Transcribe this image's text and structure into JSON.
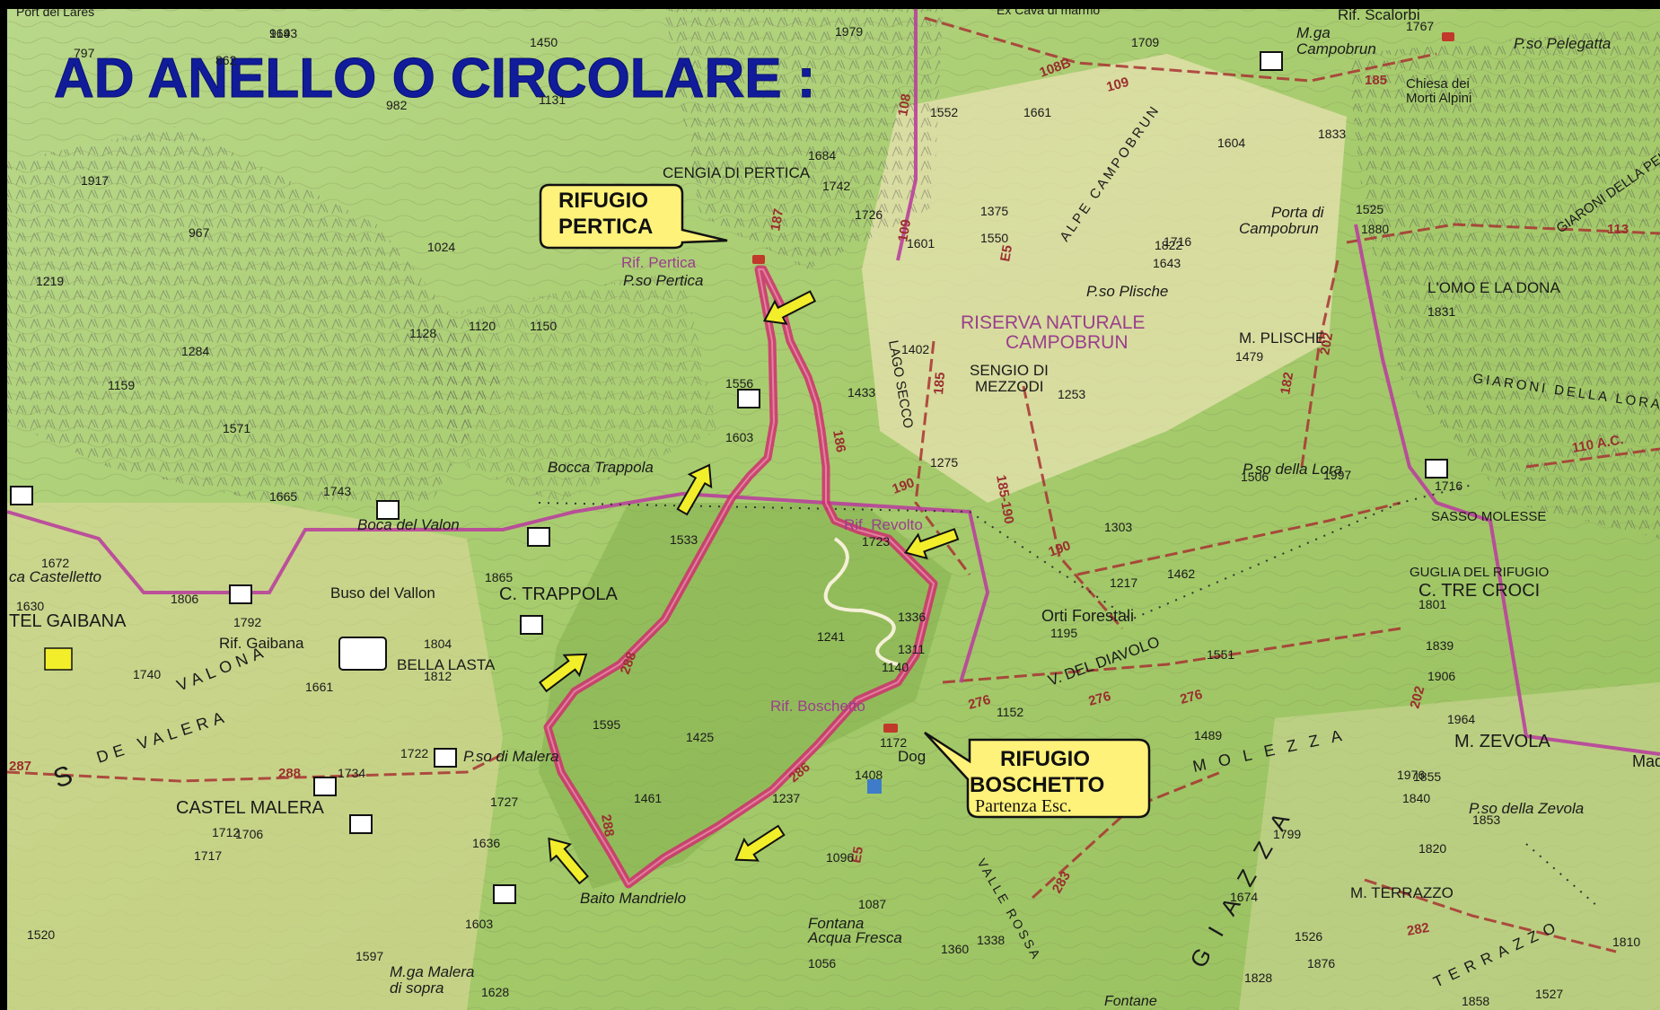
{
  "title": "AD ANELLO O CIRCOLARE :",
  "callouts": {
    "pertica": {
      "line1": "RIFUGIO",
      "line2": "PERTICA"
    },
    "boschetto": {
      "line1": "RIFUGIO",
      "line2": "BOSCHETTO",
      "line3": "Partenza Esc."
    }
  },
  "places": {
    "cengia": "CENGIA DI PERTICA",
    "rif_pertica": "Rif. Pertica",
    "pso_pertica": "P.so Pertica",
    "bocca_trappola": "Bocca Trappola",
    "boca_valon": "Boca del Valon",
    "c_trappola": "C. TRAPPOLA",
    "buso_vallon": "Buso del Vallon",
    "rif_gaibana": "Rif. Gaibana",
    "tel_gaibana": "TEL GAIBANA",
    "ca_castelletto": "ca Castelletto",
    "bella_lasta": "BELLA LASTA",
    "pso_malera": "P.so di Malera",
    "castel_malera": "CASTEL MALERA",
    "baito_mandrielo": "Baito Mandrielo",
    "mga_malera": "M.ga Malera",
    "di_sopra": "di sopra",
    "rif_revolto": "Rif. Revolto",
    "orti_forestali": "Orti Forestali",
    "rif_boschetto": "Rif. Boschetto",
    "dogana": "Dog",
    "riserva": "RISERVA NATURALE",
    "campobrun": "CAMPOBRUN",
    "sengio": "SENGIO DI",
    "mezzodi": "MEZZODI",
    "pso_plische": "P.so Plische",
    "m_plische": "M. PLISCHE",
    "porta": "Porta di",
    "campobrun2": "Campobrun",
    "omo_dona": "L'OMO E LA DONA",
    "pso_lora": "P.so della Lora",
    "sasso_molesse": "SASSO MOLESSE",
    "guglia": "GUGLIA DEL RIFUGIO",
    "c_tre_croci": "C. TRE CROCI",
    "m_zevola": "M. ZEVOLA",
    "pso_zevola": "P.so della Zevola",
    "m_terrazzo": "M. TERRAZZO",
    "fontana": "Fontana",
    "acqua_fresca": "Acqua Fresca",
    "mga_campobrun": "M.ga",
    "campobrun3": "Campobrun",
    "chiesa": "Chiesa dei",
    "morti_alpini": "Morti Alpini",
    "rif_scalorbi": "Rif. Scalorbi",
    "pso_pelegatta": "P.so Pelegatta",
    "lago_secco": "LAGO SECCO",
    "v_diavolo": "V. DEL DIAVOLO",
    "molezza": "MOLEZZA",
    "giazza": "GIAZZA",
    "valona": "VALONA",
    "valera": "DE VALERA",
    "vallon_de": "S",
    "port_lares": "Port del Lares",
    "alpe_campobrun": "ALPE CAMPOBRUN",
    "giaroni": "GIARONI DELLA LORA",
    "giaroni2": "GIARONI DELLA PELEGATTA",
    "terrazzo": "TERRAZZO",
    "ex_cava": "Ex Cava di marmo",
    "mado": "Mado",
    "valle_rossa": "VALLE ROSSA",
    "fontane": "Fontane"
  },
  "elevations": [
    "919",
    "797",
    "862",
    "982",
    "1450",
    "1131",
    "1979",
    "1709",
    "1767",
    "1917",
    "967",
    "1024",
    "1219",
    "1284",
    "1159",
    "1128",
    "1120",
    "1150",
    "1571",
    "1665",
    "1743",
    "1672",
    "1806",
    "1630",
    "1740",
    "1661",
    "1792",
    "1804",
    "1812",
    "1865",
    "1533",
    "1556",
    "1603",
    "1433",
    "1402",
    "1275",
    "1253",
    "1479",
    "1604",
    "1833",
    "1822",
    "1643",
    "1552",
    "1661",
    "1684",
    "1742",
    "1726",
    "1601",
    "1550",
    "1375",
    "1723",
    "1336",
    "1241",
    "1311",
    "1195",
    "1217",
    "1303",
    "1462",
    "1551",
    "1506",
    "1716",
    "1801",
    "1839",
    "1906",
    "1964",
    "1976",
    "1855",
    "1840",
    "1853",
    "1820",
    "1799",
    "1489",
    "1408",
    "1152",
    "1140",
    "1172",
    "1237",
    "1461",
    "1425",
    "1595",
    "1722",
    "1734",
    "1712",
    "1727",
    "1706",
    "1636",
    "1717",
    "1603",
    "1520",
    "1597",
    "1628",
    "1087",
    "1096",
    "1338",
    "1360",
    "1056",
    "1674",
    "1526",
    "1828",
    "1876",
    "1858",
    "1527",
    "1810",
    "1525",
    "1880",
    "1831",
    "1997",
    "1716",
    "1643"
  ],
  "trail_numbers": [
    "108B",
    "109",
    "185",
    "108",
    "109",
    "185",
    "182",
    "186",
    "187",
    "190",
    "185-190",
    "190",
    "276",
    "276",
    "276",
    "287",
    "288",
    "288",
    "288",
    "286",
    "283",
    "282",
    "202",
    "202",
    "110 A.C.",
    "113",
    "E5",
    "E5"
  ],
  "chart_colors": {
    "title": "#111c9a",
    "route": "#cf2f6f",
    "arrow": "#f2ee2a",
    "callout": "#fff27a",
    "border": "#b9419c",
    "trail": "#a83232"
  }
}
